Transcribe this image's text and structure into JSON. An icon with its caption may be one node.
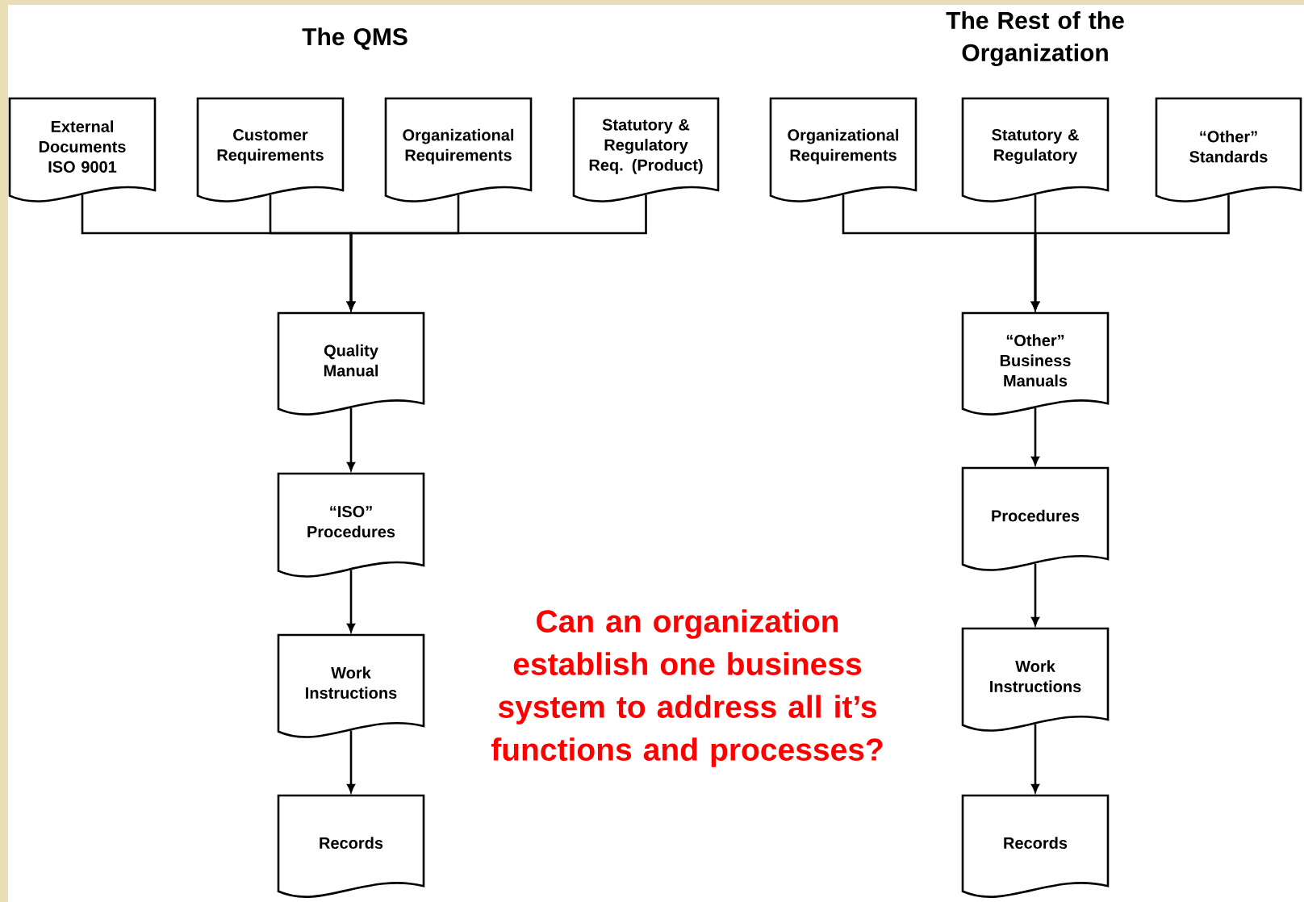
{
  "diagram": {
    "nodes": [
      {
        "text": [
          "External Documents ISO 9001"
        ]
      },
      {
        "text": [
          "Customer Requirements"
        ]
      },
      {
        "text": [
          "Organizational Requirements"
        ]
      },
      {
        "text": [
          "Statutory & Regulatory Req. (Product)"
        ]
      },
      {
        "text": [
          "Organizational Requirements"
        ]
      },
      {
        "text": [
          "Statutory & Regulatory"
        ]
      },
      {
        "text": [
          "“Other” Standards"
        ]
      },
      {
        "text": [
          "Quality Manual"
        ]
      },
      {
        "text": [
          "“ISO” Procedures"
        ]
      },
      {
        "text": [
          "Work Instructions"
        ]
      },
      {
        "text": [
          "Records"
        ]
      },
      {
        "text": [
          "“Other” Business Manuals"
        ]
      },
      {
        "text": [
          "Procedures"
        ]
      },
      {
        "text": [
          "Work Instructions"
        ]
      },
      {
        "text": [
          "Records"
        ]
      }
    ],
    "edges": [
      {
        "from": 0,
        "to": 7,
        "arrow": "to"
      },
      {
        "from": 1,
        "to": 7,
        "arrow": "to"
      },
      {
        "from": 2,
        "to": 7,
        "arrow": "to"
      },
      {
        "from": 3,
        "to": 7,
        "arrow": "to"
      },
      {
        "from": 4,
        "to": 11,
        "arrow": "to"
      },
      {
        "from": 5,
        "to": 11,
        "arrow": "to"
      },
      {
        "from": 6,
        "to": 11,
        "arrow": "to"
      },
      {
        "from": 7,
        "to": 8,
        "arrow": "to"
      },
      {
        "from": 8,
        "to": 9,
        "arrow": "to"
      },
      {
        "from": 9,
        "to": 10,
        "arrow": "to"
      },
      {
        "from": 11,
        "to": 12,
        "arrow": "to"
      },
      {
        "from": 12,
        "to": 13,
        "arrow": "to"
      },
      {
        "from": 13,
        "to": 14,
        "arrow": "to"
      }
    ],
    "labels": [
      "The QMS",
      "The Rest of the Organization",
      "Can an organization establish one business system to address all it’s functions and processes?"
    ]
  }
}
